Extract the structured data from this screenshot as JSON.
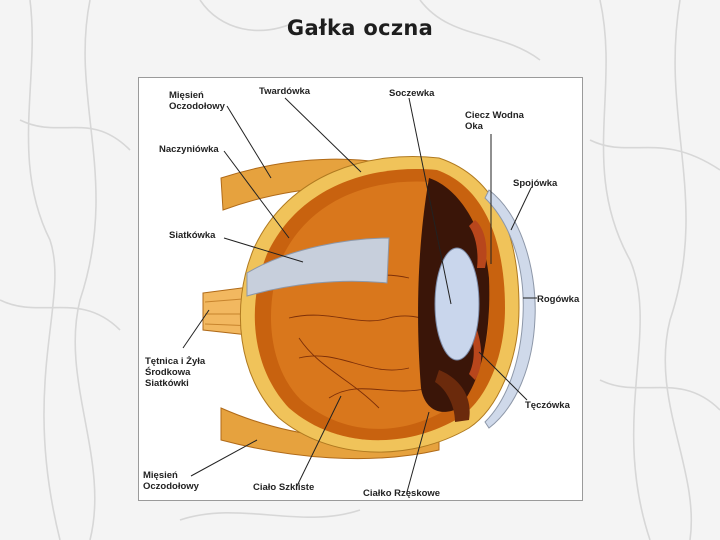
{
  "title": "Gałka oczna",
  "labels": {
    "miesien_top": [
      "Mięsień",
      "Oczodołowy"
    ],
    "twardowka": "Twardówka",
    "soczewka": "Soczewka",
    "ciecz_wodna": [
      "Ciecz Wodna",
      "Oka"
    ],
    "naczyniowka": "Naczyniówka",
    "spojowka": "Spojówka",
    "siatkowka": "Siatkówka",
    "rogowka": "Rogówka",
    "tetnica": [
      "Tętnica i Żyła",
      "Środkowa",
      "Siatkówki"
    ],
    "teczowka": "Tęczówka",
    "miesien_bottom": [
      "Mięsień",
      "Oczodołowy"
    ],
    "cialo_szkliste": "Ciało Szkliste",
    "cialko_rzeskowe": "Ciałko Rzęskowe"
  },
  "colors": {
    "sclera": "#f0c35a",
    "choroid": "#c8620f",
    "vitreous": "#d9771c",
    "retina_flap": "#c7cfdc",
    "lens": "#c9d6ec",
    "iris": "#b8461c",
    "muscle": "#e6a23e",
    "dark_interior": "#3a1508"
  }
}
